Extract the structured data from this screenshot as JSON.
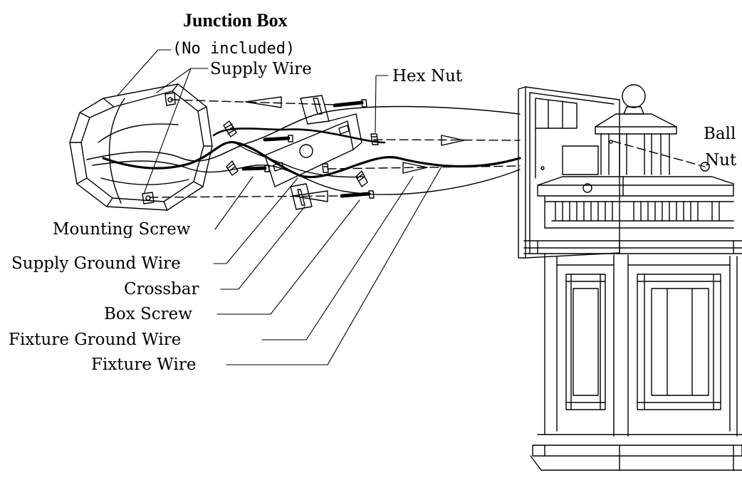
{
  "diagram": {
    "labels": {
      "junction_box": "Junction Box",
      "not_included": "(No included)",
      "supply_wire": "Supply Wire",
      "hex_nut": "Hex Nut",
      "ball": "Ball",
      "nut": "Nut",
      "mounting_screw": "Mounting Screw",
      "supply_ground_wire": "Supply Ground Wire",
      "crossbar": "Crossbar",
      "box_screw": "Box Screw",
      "fixture_ground_wire": "Fixture Ground Wire",
      "fixture_wire": "Fixture Wire"
    },
    "colors": {
      "line": "#000000",
      "background": "#ffffff"
    }
  }
}
